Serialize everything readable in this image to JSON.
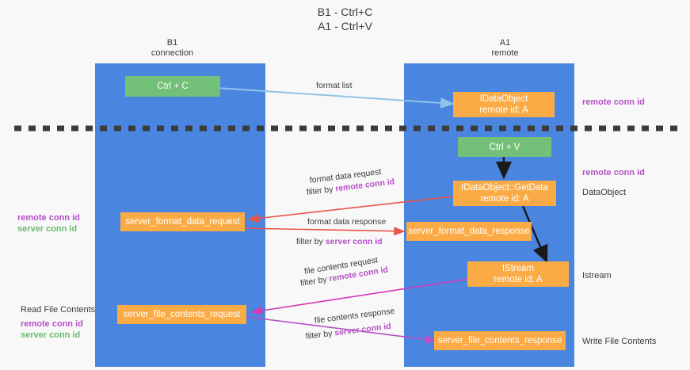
{
  "title": {
    "line1": "B1 - Ctrl+C",
    "line2": "A1 - Ctrl+V"
  },
  "lanes": [
    {
      "id": "b1",
      "name": "B1",
      "subtitle": "connection",
      "color": "#4a86e0"
    },
    {
      "id": "a1",
      "name": "A1",
      "subtitle": "remote",
      "color": "#4a86e0"
    }
  ],
  "nodes": {
    "ctrl_c": {
      "label": "Ctrl + C",
      "color": "#73c178"
    },
    "ctrl_v": {
      "label": "Ctrl + V",
      "color": "#73c178"
    },
    "idataobject": {
      "line1": "IDataObject",
      "line2": "remote id: A",
      "color": "#fbab46"
    },
    "getdata": {
      "line1": "IDataObject::GetData",
      "line2": "remote id: A",
      "color": "#fbab46"
    },
    "istream": {
      "line1": "IStream",
      "line2": "remote id: A",
      "color": "#fbab46"
    },
    "server_format_data_request": {
      "label": "server_format_data_request",
      "color": "#fbab46"
    },
    "server_format_data_response": {
      "label": "server_format_data_response",
      "color": "#fbab46"
    },
    "server_file_contents_request": {
      "label": "server_file_contents_request",
      "color": "#fbab46"
    },
    "server_file_contents_response": {
      "label": "server_file_contents_response",
      "color": "#fbab46"
    }
  },
  "edge_labels": {
    "format_list": "format list",
    "format_data_request": "format data request",
    "format_data_request_filter_prefix": "filter by ",
    "format_data_request_filter_value": "remote conn id",
    "format_data_response": "format data response",
    "format_data_response_filter_prefix": "filter by ",
    "format_data_response_filter_value": "server conn id",
    "file_contents_request": "file contents request",
    "file_contents_request_filter_prefix": "filter by ",
    "file_contents_request_filter_value": "remote conn id",
    "file_contents_response": "file contents response",
    "file_contents_response_filter_prefix": "filter by ",
    "file_contents_response_filter_value": "server conn id"
  },
  "side_notes": {
    "right_remote_conn_id_top": "remote conn id",
    "right_remote_conn_id_mid": "remote conn id",
    "right_dataobject": "DataObject",
    "right_istream": "Istream",
    "right_write_file_contents": "Write File Contents",
    "left_remote_conn_id_mid": "remote conn id",
    "left_server_conn_id_mid": "server conn id",
    "left_read_file_contents": "Read File Contents",
    "left_remote_conn_id_bottom": "remote conn id",
    "left_server_conn_id_bottom": "server conn id"
  },
  "colors": {
    "lane": "#4a86e0",
    "orange": "#fbab46",
    "green": "#73c178",
    "purple": "#b64fc8",
    "green_text": "#6aba70",
    "arrow_blue": "#8fc4e8",
    "arrow_red": "#e8554a",
    "arrow_black": "#1a1a1a",
    "arrow_magenta": "#d636b8",
    "arrow_violet": "#b64fc8",
    "divider": "#3b3b3b",
    "background": "#f8f8f8"
  }
}
